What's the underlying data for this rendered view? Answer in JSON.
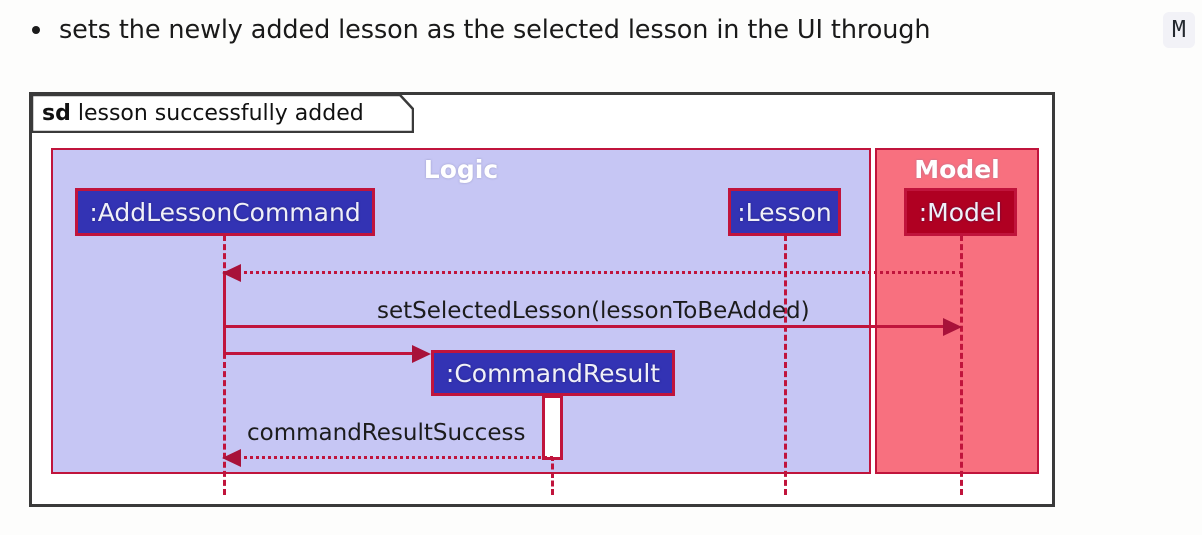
{
  "prose": {
    "bullet_text": "sets the newly added lesson as the selected lesson in the UI through",
    "code_chip": "M"
  },
  "diagram": {
    "type": "uml-sequence-diagram",
    "frame_keyword": "sd",
    "frame_title": "lesson successfully added",
    "colors": {
      "frame_border": "#3a3a3a",
      "partition_border": "#c0143c",
      "logic_partition_fill": "#c6c6f4",
      "model_partition_fill": "#f8707f",
      "logic_object_fill": "#3333b4",
      "model_object_fill": "#b00022",
      "message_line": "#c0143c",
      "arrowhead": "#a8123a",
      "activation_fill": "#ffffff",
      "partition_title_text": "#ffffff",
      "object_label_text": "#f0f0f8",
      "message_label_text": "#1c1c1c"
    },
    "partitions": [
      {
        "name": "logic",
        "title": "Logic"
      },
      {
        "name": "model",
        "title": "Model"
      }
    ],
    "participants": [
      {
        "name": "add-lesson-command",
        "label": ":AddLessonCommand",
        "partition": "Logic"
      },
      {
        "name": "lesson",
        "label": ":Lesson",
        "partition": "Logic"
      },
      {
        "name": "command-result",
        "label": ":CommandResult",
        "partition": "Logic"
      },
      {
        "name": "model",
        "label": ":Model",
        "partition": "Model"
      }
    ],
    "messages": [
      {
        "name": "return-to-add-lesson-command",
        "label": "",
        "style": "dotted",
        "direction": "left",
        "from": ":Model",
        "to": ":AddLessonCommand"
      },
      {
        "name": "set-selected-lesson",
        "label": "setSelectedLesson(lessonToBeAdded)",
        "style": "solid",
        "direction": "right",
        "from": ":AddLessonCommand",
        "to": ":Model"
      },
      {
        "name": "create-command-result",
        "label": "",
        "style": "solid",
        "direction": "right",
        "from": ":AddLessonCommand",
        "to": ":CommandResult"
      },
      {
        "name": "command-result-success",
        "label": "commandResultSuccess",
        "style": "dotted",
        "direction": "left",
        "from": ":CommandResult",
        "to": ":AddLessonCommand"
      }
    ]
  }
}
